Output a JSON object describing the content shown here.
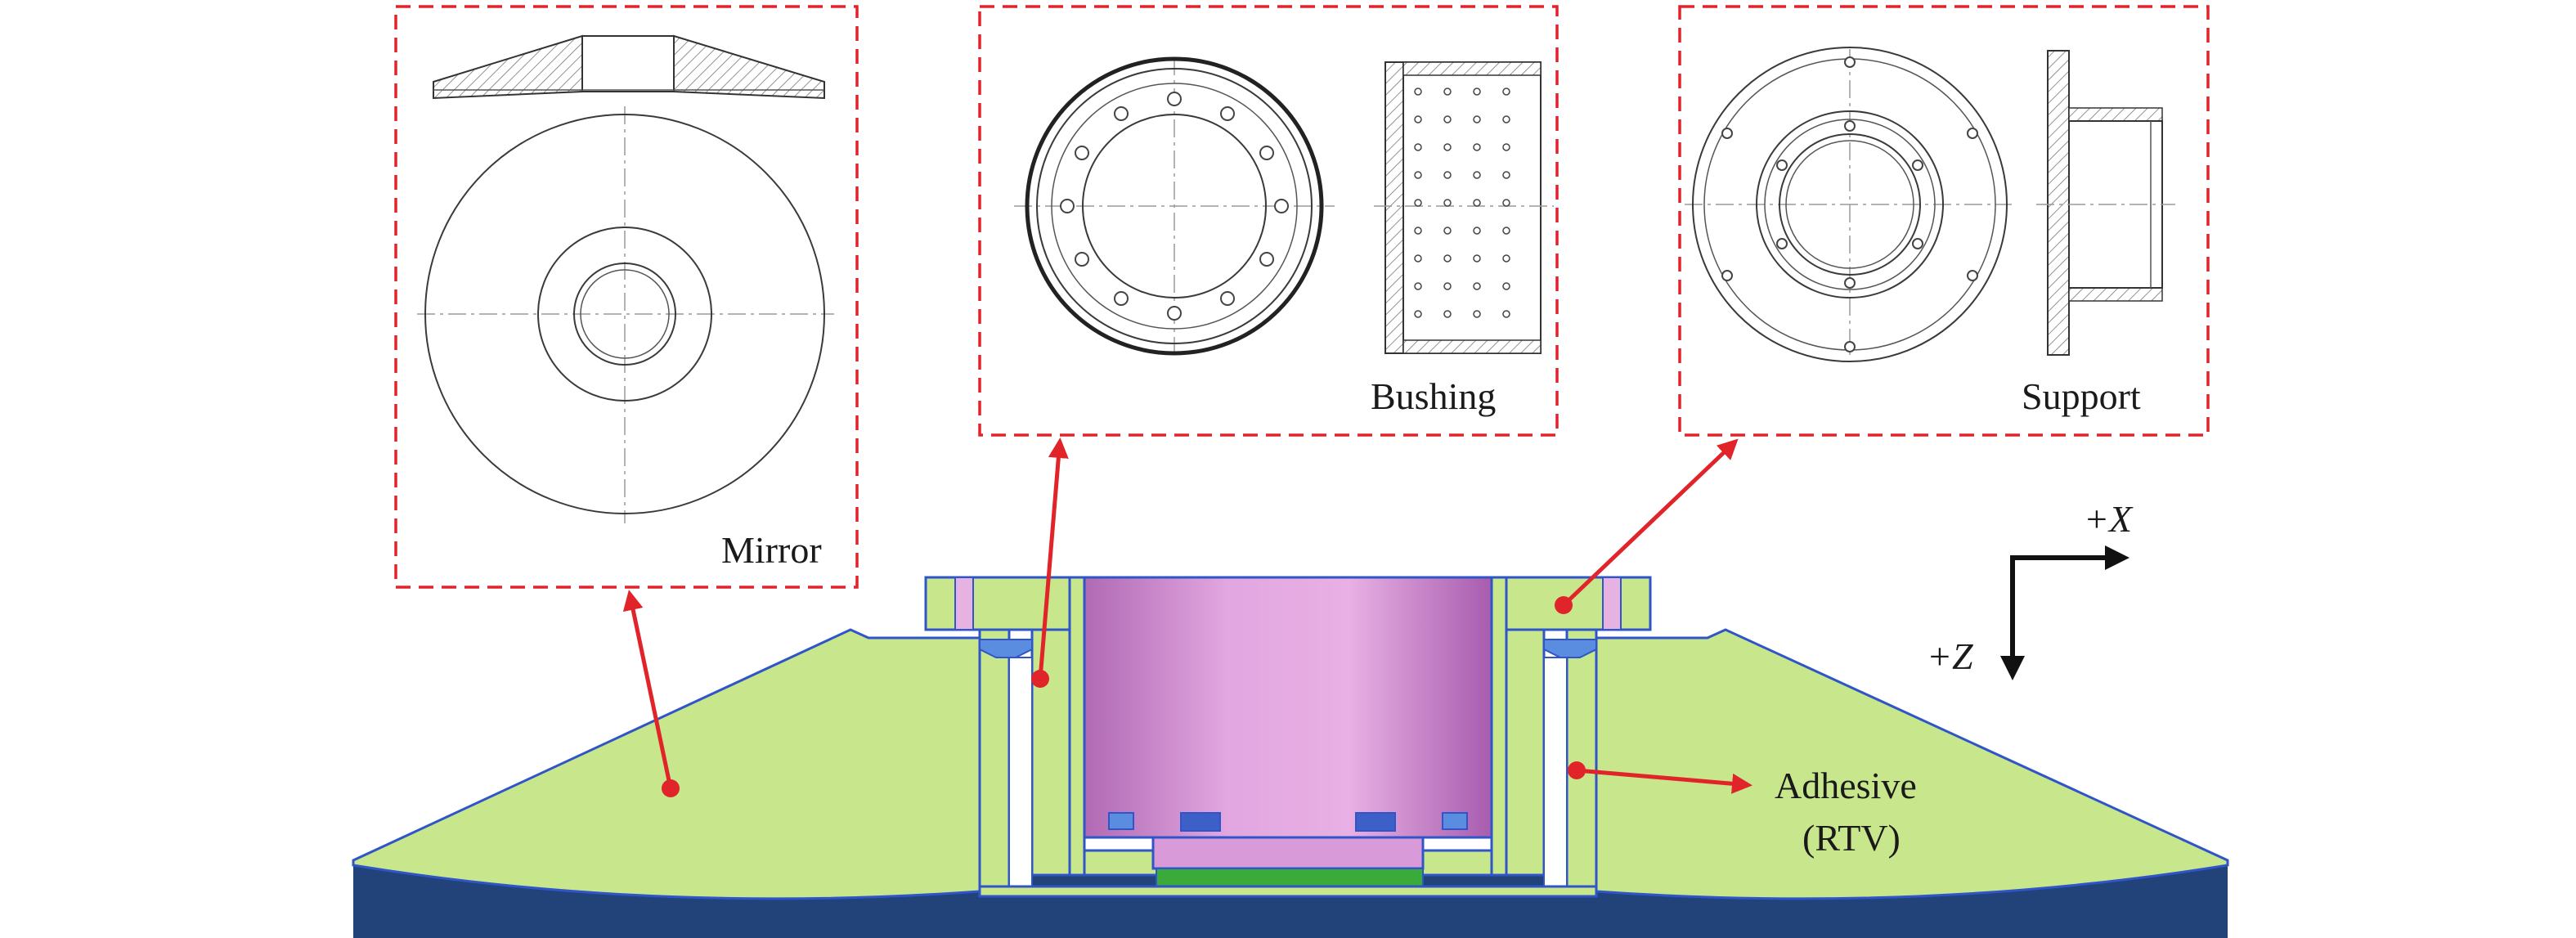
{
  "figure": {
    "labels": {
      "mirror": "Mirror",
      "bushing": "Bushing",
      "support": "Support",
      "adhesive_line1": "Adhesive",
      "adhesive_line2": "(RTV)",
      "axis_x": "+X",
      "axis_z": "+Z"
    },
    "colors": {
      "mirror_green": "#c8e68c",
      "outline_blue": "#2f55c8",
      "bushing_purple": "#d89ad8",
      "bushing_purple_dark": "#b46ab8",
      "adhesive_blue": "#5a8de0",
      "lens_green": "#3aaa3a",
      "base_navy": "#22427a",
      "callout_red": "#e0242a",
      "frame_red": "#e0242a"
    }
  }
}
